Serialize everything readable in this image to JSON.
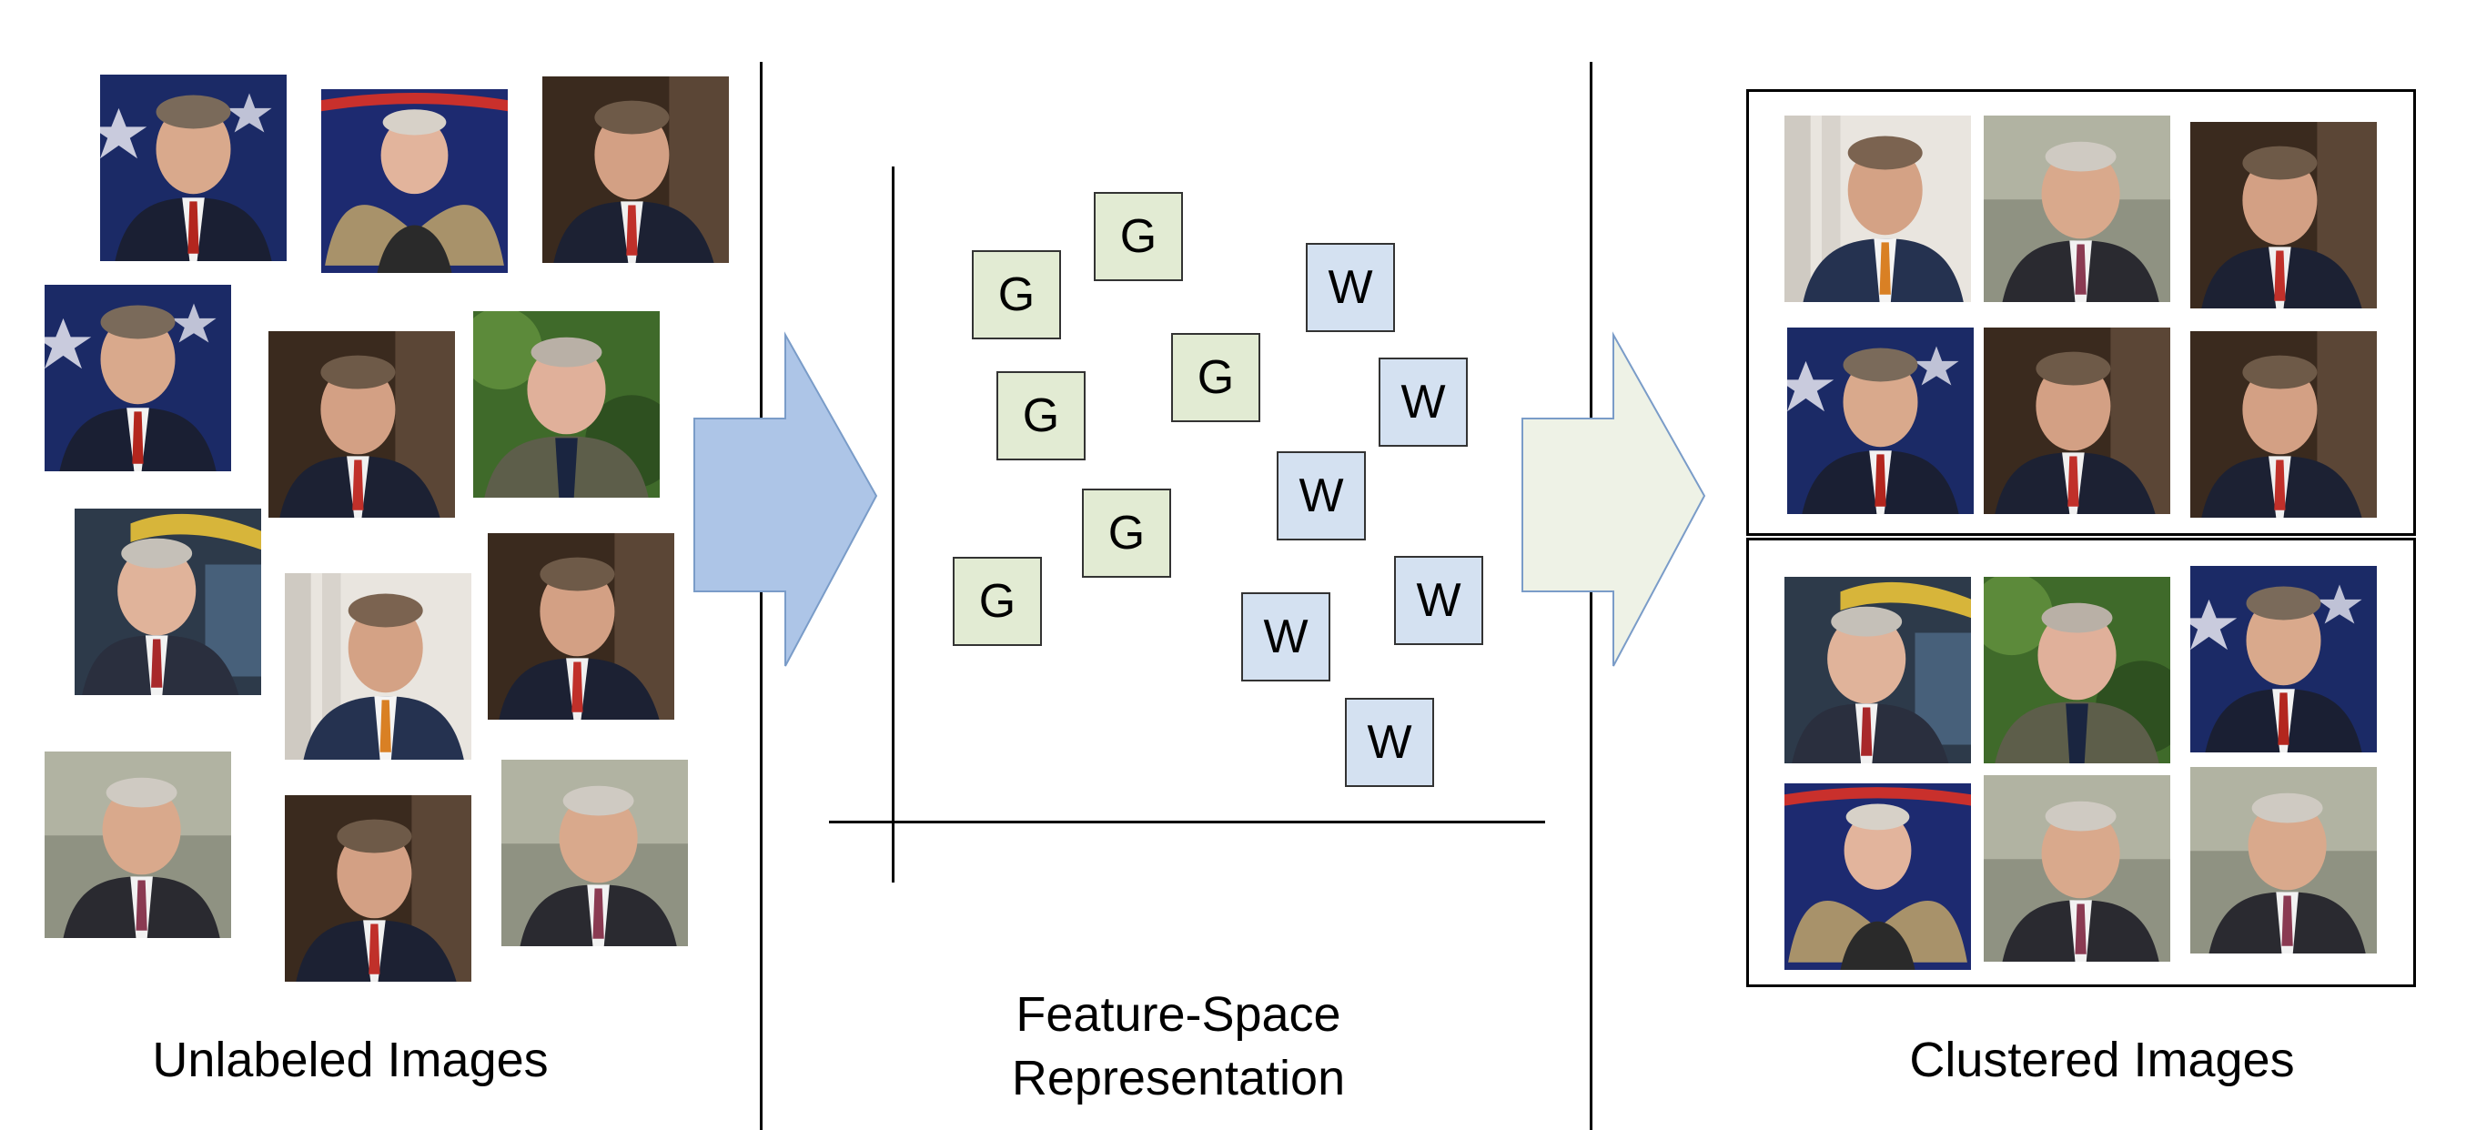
{
  "captions": {
    "left": "Unlabeled Images",
    "middle_line1": "Feature-Space",
    "middle_line2": "Representation",
    "right": "Clustered Images"
  },
  "feature_space": {
    "g_label": "G",
    "w_label": "W",
    "g_color": "#e2ebd3",
    "w_color": "#d4e1f1"
  },
  "arrows": {
    "left_color": "#adc5e7",
    "right_color": "#eef2e6"
  }
}
